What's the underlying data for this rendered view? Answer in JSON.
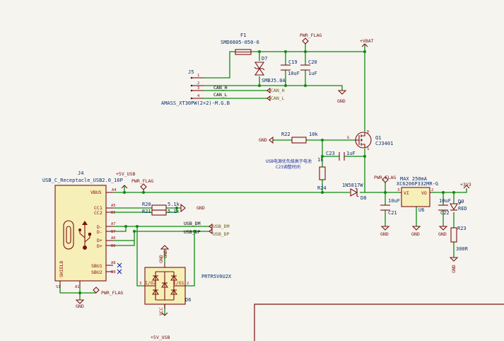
{
  "components": {
    "F1": {
      "ref": "F1",
      "value": "SMD0805-050-6"
    },
    "D7": {
      "ref": "D7",
      "value": "SMBJ5.0A"
    },
    "C19": {
      "ref": "C19",
      "value": "10uF"
    },
    "C20": {
      "ref": "C20",
      "value": "1uF"
    },
    "J5": {
      "ref": "J5",
      "value": "AMASS_XT30PW(2+2)-M.G.B"
    },
    "R22": {
      "ref": "R22",
      "value": "10k"
    },
    "Q1": {
      "ref": "Q1",
      "value": "CJ3401"
    },
    "C23": {
      "ref": "C23",
      "value": "1uF"
    },
    "R24": {
      "ref": "R24",
      "value": "1k"
    },
    "D8": {
      "ref": "D8",
      "value": "1N5817W"
    },
    "J4": {
      "ref": "J4",
      "value": "USB_C_Receptacle_USB2.0_16P"
    },
    "R20": {
      "ref": "R20",
      "value": "5.1k"
    },
    "R21": {
      "ref": "R21",
      "value": "5.1k"
    },
    "C21": {
      "ref": "C21",
      "value": "10uF"
    },
    "U6": {
      "ref": "U6",
      "value": "XC6206P332MR-G"
    },
    "C22": {
      "ref": "C22",
      "value": "10uF"
    },
    "D9": {
      "ref": "D9",
      "value": "RED"
    },
    "R23": {
      "ref": "R23",
      "value": "300R"
    },
    "D6": {
      "ref": "D6",
      "value": "PRTR5V0U2X"
    }
  },
  "nets": {
    "vbat": "+VBAT",
    "v5usb": "+5V_USB",
    "v3v3": "+3V3",
    "gnd": "GND",
    "pwr_flag": "PWR_FLAG",
    "can_h": "CAN_H",
    "can_l": "CAN_L",
    "usb_dm": "USB_DM",
    "usb_dp": "USB_DP"
  },
  "pins": {
    "J4": {
      "vbus": "VBUS",
      "cc1": "CC1",
      "cc2": "CC2",
      "dm1": "D-",
      "dm2": "D-",
      "dp1": "D+",
      "dp2": "D+",
      "sbu1": "SBU1",
      "sbu2": "SBU2",
      "shield": "SHIELD",
      "a4": "A4",
      "a5": "A5",
      "b5": "B5",
      "a7": "A7",
      "b7": "B7",
      "a6": "A6",
      "b6": "B6",
      "a8": "A8",
      "b8": "B8",
      "s1": "S1",
      "a1": "A1"
    },
    "J5": {
      "p1": "1",
      "p2": "2",
      "p3": "3",
      "p4": "4"
    },
    "Q1": {
      "g": "G",
      "d": "D",
      "s": "S"
    },
    "U6": {
      "vi": "VI",
      "vo": "VO",
      "p3": "3",
      "p2": "2"
    },
    "D6": {
      "io2": "I/O2",
      "io1": "I/O1",
      "gnd": "GND",
      "vcc": "VCC",
      "p3": "3",
      "p2": "2"
    }
  },
  "annotations": {
    "max_current": "MAX 250mA",
    "overlap_note": "USB电源优先级高于电池",
    "overlap_note2": "C23调整时间"
  },
  "colors": {
    "wire": "#0f8a0f",
    "component": "#7a1010",
    "reference": "#0a2f6e",
    "body_fill": "#f7efb8",
    "background": "#f5f4ef"
  }
}
